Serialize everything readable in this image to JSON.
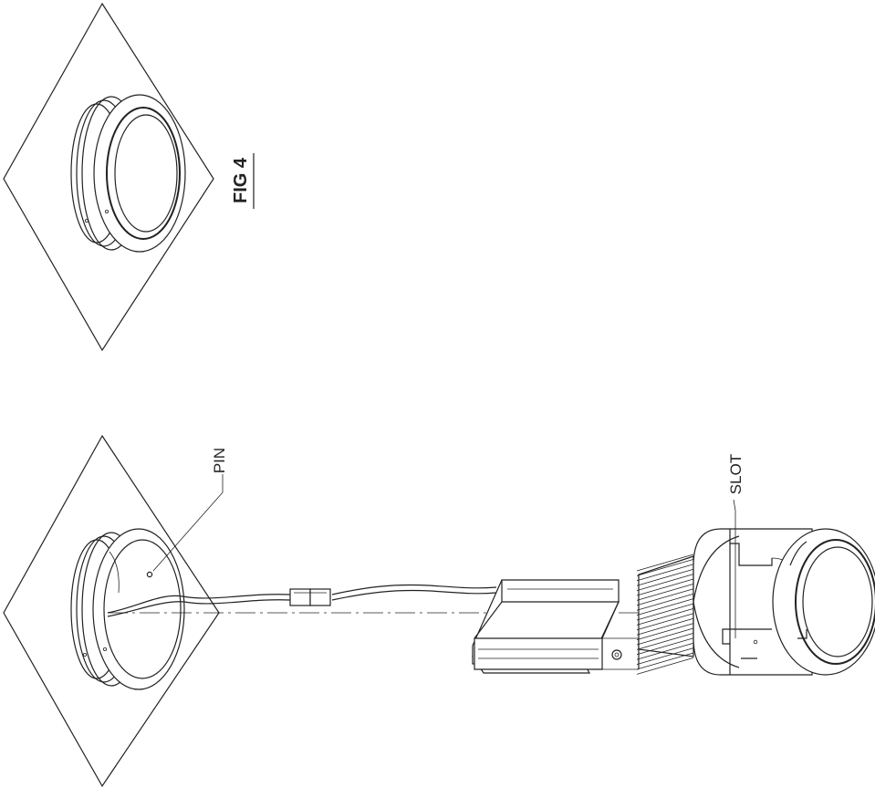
{
  "figure": {
    "caption": "FIG 4"
  },
  "labels": {
    "pin": "PIN",
    "slot": "SLOT"
  }
}
